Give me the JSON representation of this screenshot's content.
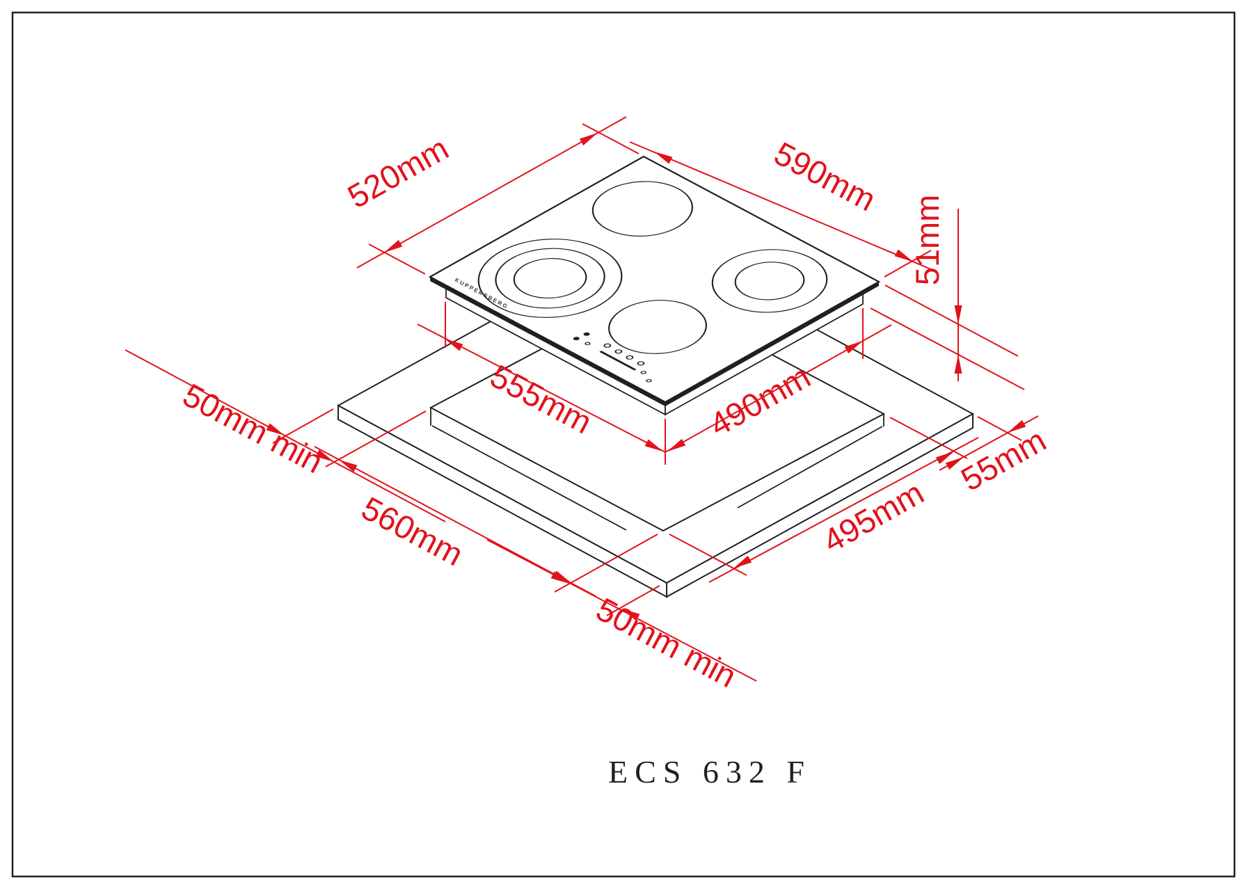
{
  "page": {
    "background": "#ffffff",
    "border_color": "#231f20"
  },
  "drawing": {
    "brand_logo": "KUPPERSBERG",
    "model_label": "ECS 632 F",
    "accent_color": "#e2121b",
    "line_color": "#231f20",
    "dimensions": {
      "hob_depth": {
        "label": "520mm"
      },
      "hob_width": {
        "label": "590mm"
      },
      "hob_height": {
        "label": "51mm"
      },
      "body_depth": {
        "label": "555mm"
      },
      "body_width": {
        "label": "490mm"
      },
      "clearance_left": {
        "label": "50mm min"
      },
      "cutout_depth": {
        "label": "560mm"
      },
      "cutout_width": {
        "label": "495mm"
      },
      "edge_right": {
        "label": "55mm"
      },
      "clearance_front": {
        "label": "50mm min"
      }
    }
  }
}
